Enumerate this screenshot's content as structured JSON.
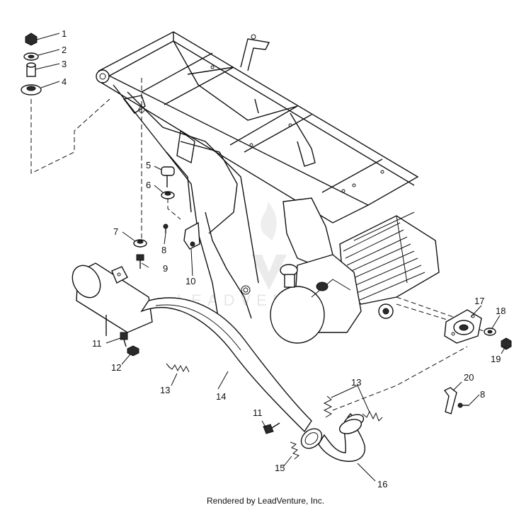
{
  "footer": "Rendered by LeadVenture, Inc.",
  "watermark": "LEADVENTURE",
  "callouts": {
    "c1": "1",
    "c2": "2",
    "c3": "3",
    "c4": "4",
    "c5": "5",
    "c6": "6",
    "c7": "7",
    "c8a": "8",
    "c8b": "8",
    "c9": "9",
    "c10": "10",
    "c11a": "11",
    "c11b": "11",
    "c12": "12",
    "c13a": "13",
    "c13b": "13",
    "c14": "14",
    "c15": "15",
    "c16": "16",
    "c17": "17",
    "c18": "18",
    "c19": "19",
    "c20": "20"
  }
}
